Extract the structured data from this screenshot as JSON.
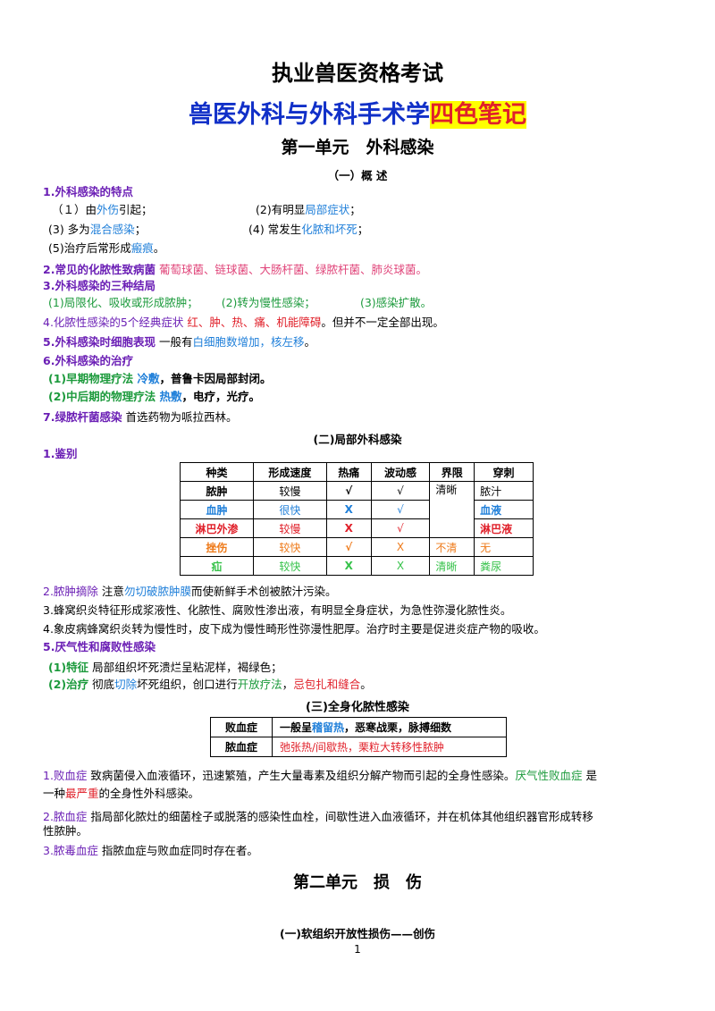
{
  "header": {
    "title": "执业兽医资格考试",
    "subtitle_main": "兽医外科与外科手术学",
    "subtitle_highlight": "四色笔记"
  },
  "unit1": {
    "title": "第一单元　外科感染",
    "s1_title": "（一）概 述",
    "p1": {
      "head": "1.外科感染的特点",
      "r1a_pre": "（１）由",
      "r1a_em": "外伤",
      "r1a_post": "引起；",
      "r1b_pre": "(2)有明显",
      "r1b_em": "局部症状",
      "r1b_post": "；",
      "r2a_pre": "(3) 多为",
      "r2a_em": "混合感染",
      "r2a_post": "；",
      "r2b_pre": "(4) 常发生",
      "r2b_em": "化脓和坏死",
      "r2b_post": "；",
      "r3_pre": "(5)治疗后常形成",
      "r3_em": "瘢痕",
      "r3_post": "。"
    },
    "p2": {
      "head": "2.常见的化脓性致病菌",
      "body": "葡萄球菌、链球菌、大肠杆菌、绿脓杆菌、肺炎球菌。"
    },
    "p3": {
      "head": "3.外科感染的三种结局",
      "a": "(1)局限化、吸收或形成脓肿；",
      "b": "(2)转为慢性感染；",
      "c": "(3)感染扩散。"
    },
    "p4": {
      "head": "4.化脓性感染的5个经典症状",
      "em": "红、肿、热、痛、机能障碍",
      "tail": "。但并不一定全部出现。"
    },
    "p5": {
      "head": "5.外科感染时细胞表现",
      "pre": "一般有",
      "em": "白细胞数增加，核左移",
      "post": "。"
    },
    "p6": {
      "head": "6.外科感染的治疗",
      "a_head": "(1)早期物理疗法",
      "a_em": "冷敷",
      "a_tail": "，普鲁卡因局部封闭。",
      "b_head": "(2)中后期的物理疗法",
      "b_em": "热敷",
      "b_tail": "，电疗，光疗。"
    },
    "p7": {
      "head": "7.绿脓杆菌感染",
      "body": "首选药物为哌拉西林。"
    },
    "s2_title": "(二)局部外科感染",
    "s2_p1_head": "1.鉴别",
    "table": {
      "headers": [
        "种类",
        "形成速度",
        "热痛",
        "波动感",
        "界限",
        "穿刺"
      ],
      "rows": [
        {
          "kind": "脓肿",
          "speed": "较慢",
          "pain": "√",
          "fluct": "√",
          "border": "清晰",
          "puncture": "脓汁"
        },
        {
          "kind": "血肿",
          "speed": "很快",
          "pain": "X",
          "fluct": "√",
          "border": "",
          "puncture": "血液"
        },
        {
          "kind": "淋巴外渗",
          "speed": "较慢",
          "pain": "X",
          "fluct": "√",
          "border": "",
          "puncture": "淋巴液"
        },
        {
          "kind": "挫伤",
          "speed": "较快",
          "pain": "√",
          "fluct": "X",
          "border": "不清",
          "puncture": "无"
        },
        {
          "kind": "疝",
          "speed": "较快",
          "pain": "X",
          "fluct": "X",
          "border": "清晰",
          "puncture": "粪尿"
        }
      ]
    },
    "s2_p2": {
      "head": "2.脓肿摘除",
      "pre": "注意",
      "em": "勿切破脓肿膜",
      "tail": "而使新鲜手术创被脓汁污染。"
    },
    "s2_p3": "3.蜂窝织炎特征形成浆液性、化脓性、腐败性渗出液，有明显全身症状，为急性弥漫化脓性炎。",
    "s2_p4": "4.象皮病蜂窝织炎转为慢性时，皮下成为慢性畸形性弥漫性肥厚。治疗时主要是促进炎症产物的吸收。",
    "s2_p5": {
      "head": "5.厌气性和腐败性感染",
      "a_head": "(1)特征",
      "a_body": "局部组织坏死溃烂呈粘泥样，褐绿色；",
      "b_head": "(2)治疗",
      "b_pre": "彻底",
      "b_em1": "切除",
      "b_mid": "坏死组织，创口进行",
      "b_em2": "开放疗法",
      "b_sep": "，",
      "b_em3": "忌包扎和缝合",
      "b_tail": "。"
    },
    "s3_title": "(三)全身化脓性感染",
    "table2": {
      "r1_kind": "败血症",
      "r1_pre": "一般呈",
      "r1_em": "稽留热",
      "r1_tail": "，恶寒战栗，脉搏细数",
      "r2_kind": "脓血症",
      "r2_body": "弛张热/间歇热，栗粒大转移性脓肿"
    },
    "s3_p1": {
      "head": "1.败血症",
      "body": "致病菌侵入血液循环，迅速繁殖，产生大量毒素及组织分解产物而引起的全身性感染。",
      "em_green": "厌气性败血症",
      "mid": "是",
      "line2_pre": "一种",
      "line2_em": "最严重",
      "line2_tail": "的全身性外科感染。"
    },
    "s3_p2": {
      "head": "2.脓血症",
      "body": "指局部化脓灶的细菌栓子或脱落的感染性血栓，间歇性进入血液循环，并在机体其他组织器官形成转移",
      "line2": "性脓肿。"
    },
    "s3_p3": {
      "head": "3.脓毒血症",
      "body": "指脓血症与败血症同时存在者。"
    }
  },
  "unit2": {
    "title": "第二单元　损　伤",
    "s1_title": "(一)软组织开放性损伤——创伤"
  },
  "footer": {
    "page_number": "1"
  }
}
